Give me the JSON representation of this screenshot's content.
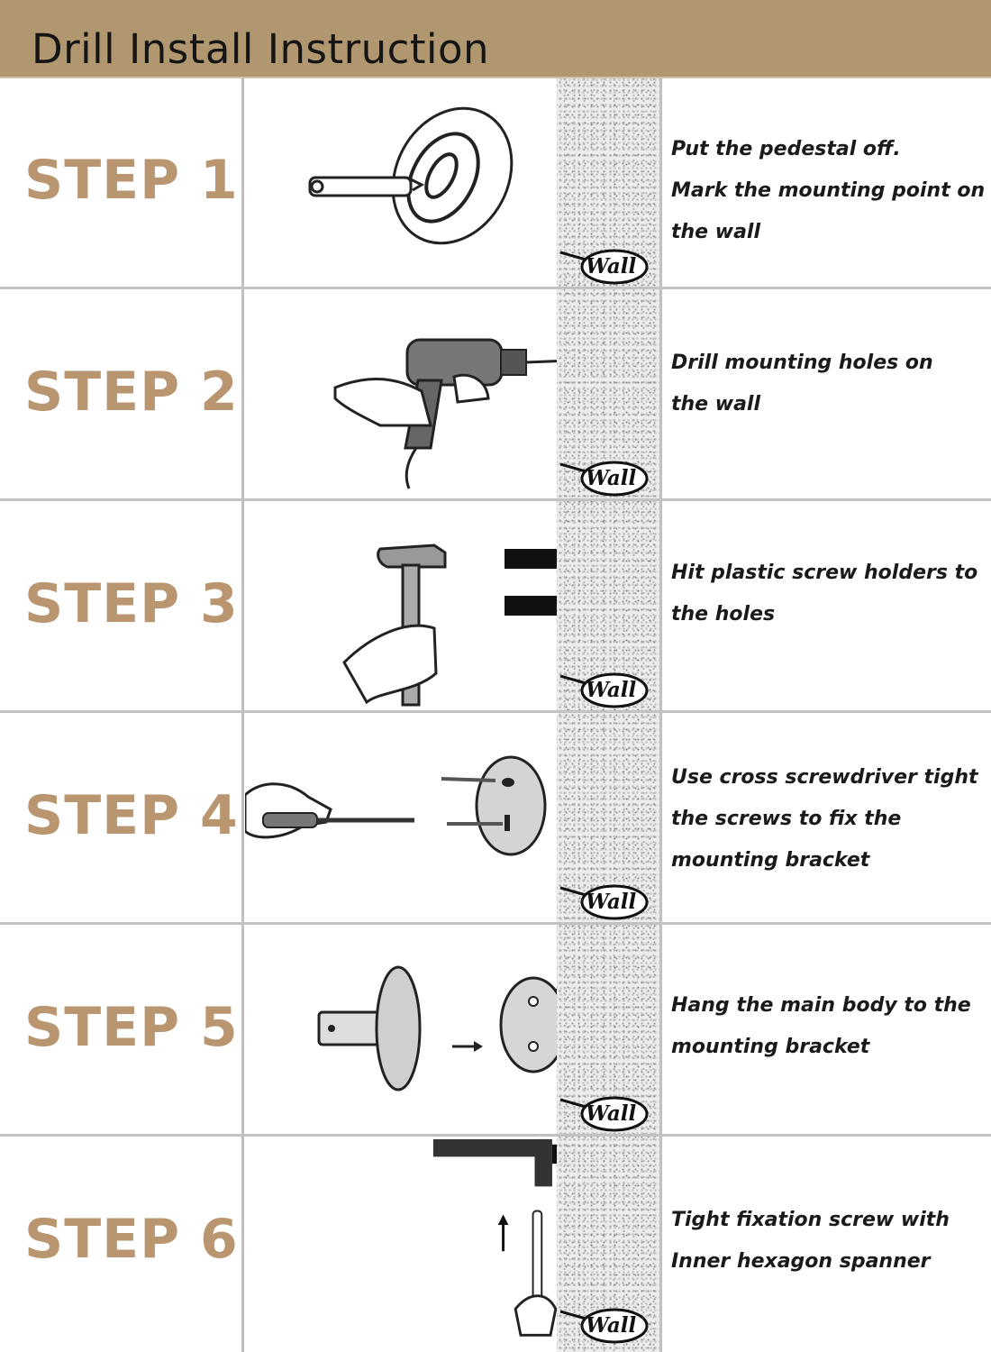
{
  "header": {
    "title": "Drill Install Instruction"
  },
  "wall_label": "Wall",
  "colors": {
    "header_bg": "#b0976f",
    "step_label": "#b99670"
  },
  "steps": [
    {
      "label": "STEP 1",
      "lines": [
        "Put the pedestal off.",
        "Mark the mounting point on",
        "the wall"
      ]
    },
    {
      "label": "STEP 2",
      "lines": [
        "Drill mounting holes on",
        "the wall"
      ]
    },
    {
      "label": "STEP 3",
      "lines": [
        "Hit plastic screw holders to",
        "the holes"
      ]
    },
    {
      "label": "STEP 4",
      "lines": [
        "Use cross screwdriver tight",
        "the screws to fix the",
        "mounting bracket"
      ]
    },
    {
      "label": "STEP 5",
      "lines": [
        "Hang the main body to the",
        "mounting bracket"
      ]
    },
    {
      "label": "STEP 6",
      "lines": [
        "Tight fixation screw with",
        "Inner hexagon spanner"
      ]
    }
  ]
}
